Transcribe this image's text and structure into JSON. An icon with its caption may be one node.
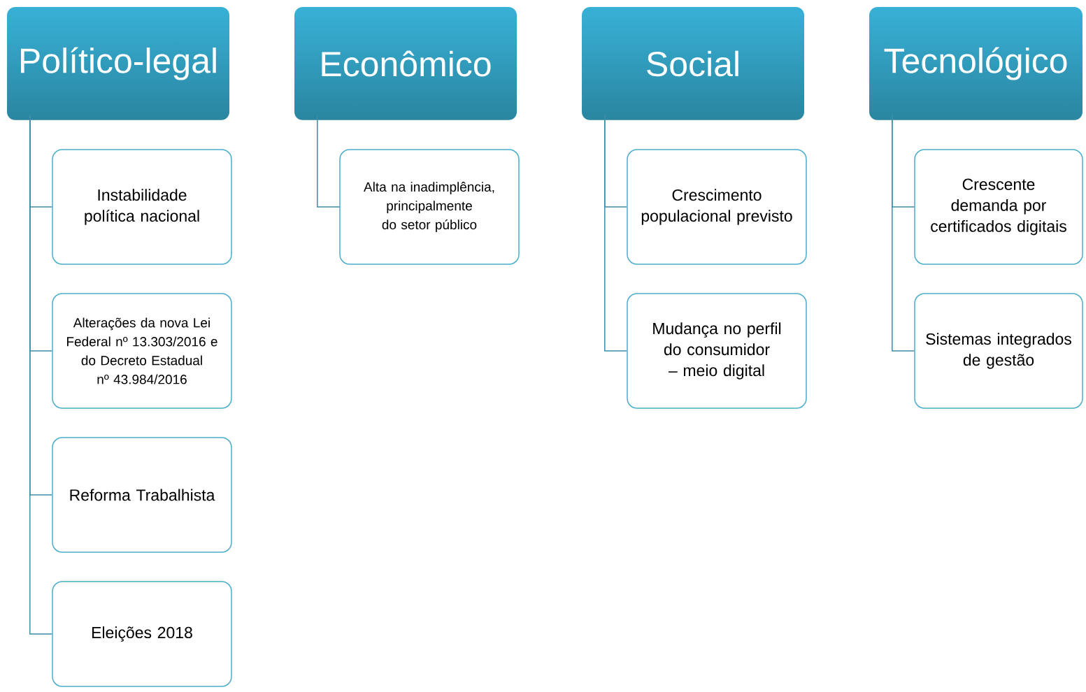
{
  "diagram": {
    "nodes": [
      {
        "text": [
          "Político-legal"
        ]
      },
      {
        "text": [
          "Instabilidade política nacional"
        ]
      },
      {
        "text": [
          "Alterações da nova Lei Federal nº 13.303/2016 e do Decreto Estadual nº 43.984/2016"
        ]
      },
      {
        "text": [
          "Reforma Trabalhista"
        ]
      },
      {
        "text": [
          "Eleições 2018"
        ]
      },
      {
        "text": [
          "Econômico"
        ]
      },
      {
        "text": [
          "Alta na inadimplência, principalmente do setor público"
        ]
      },
      {
        "text": [
          "Social"
        ]
      },
      {
        "text": [
          "Crescimento populacional previsto"
        ]
      },
      {
        "text": [
          "Mudança no perfil do consumidor – meio digital"
        ]
      },
      {
        "text": [
          "Tecnológico"
        ]
      },
      {
        "text": [
          "Crescente demanda por certificados digitais"
        ]
      },
      {
        "text": [
          "Sistemas integrados de gestão"
        ]
      }
    ],
    "edges": [
      {
        "from": 0,
        "to": 1,
        "arrow": "none"
      },
      {
        "from": 0,
        "to": 2,
        "arrow": "none"
      },
      {
        "from": 0,
        "to": 3,
        "arrow": "none"
      },
      {
        "from": 0,
        "to": 4,
        "arrow": "none"
      },
      {
        "from": 5,
        "to": 6,
        "arrow": "none"
      },
      {
        "from": 7,
        "to": 8,
        "arrow": "none"
      },
      {
        "from": 7,
        "to": 9,
        "arrow": "none"
      },
      {
        "from": 10,
        "to": 11,
        "arrow": "none"
      },
      {
        "from": 10,
        "to": 12,
        "arrow": "none"
      }
    ]
  }
}
